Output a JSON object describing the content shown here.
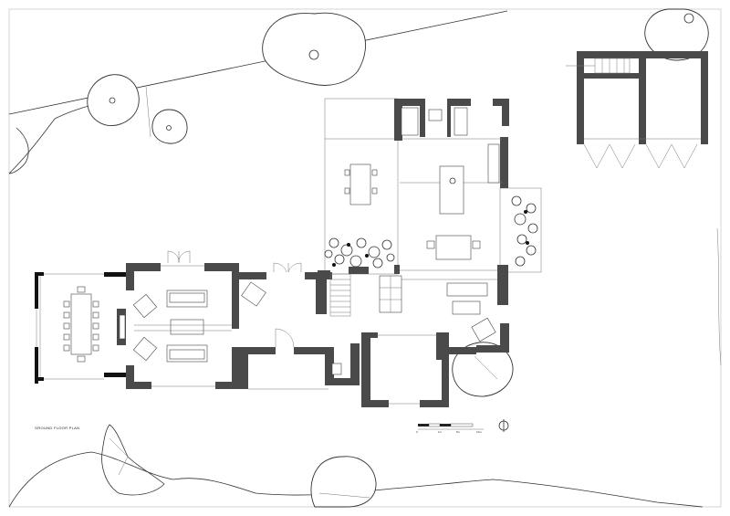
{
  "drawing": {
    "title": "GROUND FLOOR PLAN"
  },
  "scale_bar": {
    "labels": [
      "0",
      "1m",
      "5m",
      "10m"
    ]
  },
  "colors": {
    "wall": "#4a4a4a",
    "line": "#333333",
    "paper": "#ffffff"
  },
  "icons": [
    "north-arrow-icon",
    "tree-canopy-icon",
    "dining-table-icon",
    "sofa-icon",
    "armchair-icon",
    "stair-icon",
    "kitchen-island-icon"
  ]
}
